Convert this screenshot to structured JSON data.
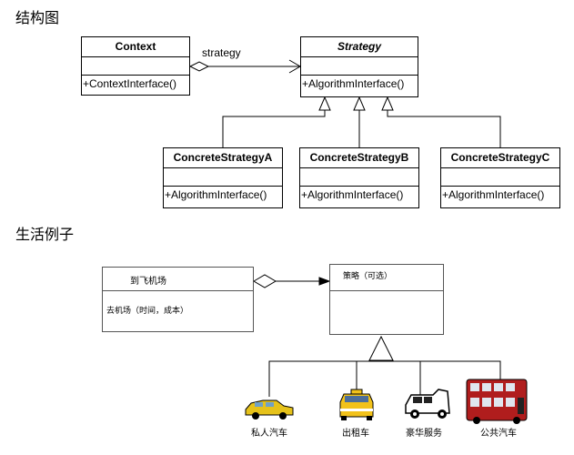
{
  "headings": {
    "structure": "结构图",
    "example": "生活例子"
  },
  "structure": {
    "context": {
      "name": "Context",
      "operation": "+ContextInterface()"
    },
    "association_label": "strategy",
    "strategy": {
      "name": "Strategy",
      "operation": "+AlgorithmInterface()"
    },
    "concrete": [
      {
        "name": "ConcreteStrategyA",
        "operation": "+AlgorithmInterface()"
      },
      {
        "name": "ConcreteStrategyB",
        "operation": "+AlgorithmInterface()"
      },
      {
        "name": "ConcreteStrategyC",
        "operation": "+AlgorithmInterface()"
      }
    ]
  },
  "example": {
    "airport": {
      "name": "到飞机场",
      "operation": "去机场（时间，成本）"
    },
    "strategy": {
      "name": "策略（可选）"
    },
    "vehicles": [
      {
        "label": "私人汽车",
        "icon": "private-car-icon"
      },
      {
        "label": "出租车",
        "icon": "taxi-icon"
      },
      {
        "label": "豪华服务",
        "icon": "limousine-icon"
      },
      {
        "label": "公共汽车",
        "icon": "bus-icon"
      }
    ]
  }
}
